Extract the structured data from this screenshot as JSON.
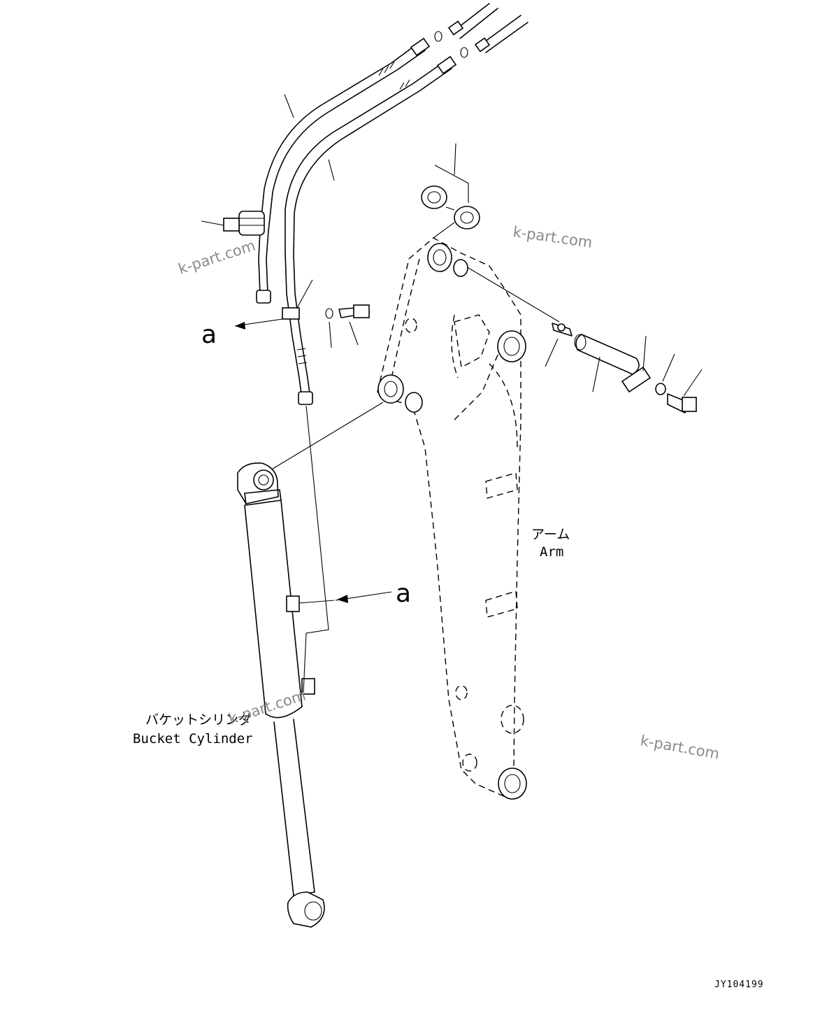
{
  "labels": {
    "arm_ja": "アーム",
    "arm_en": "Arm",
    "bucket_cylinder_ja": "バケットシリンダ",
    "bucket_cylinder_en": "Bucket Cylinder",
    "detail_marker_left": "a",
    "detail_marker_right": "a"
  },
  "watermarks": [
    "k-part.com",
    "k-part.com",
    "k-part.com",
    "k-part.com"
  ],
  "drawing_code": "JY104199",
  "colors": {
    "line": "#000000",
    "watermark": "#8a8a8a",
    "background": "#ffffff"
  }
}
